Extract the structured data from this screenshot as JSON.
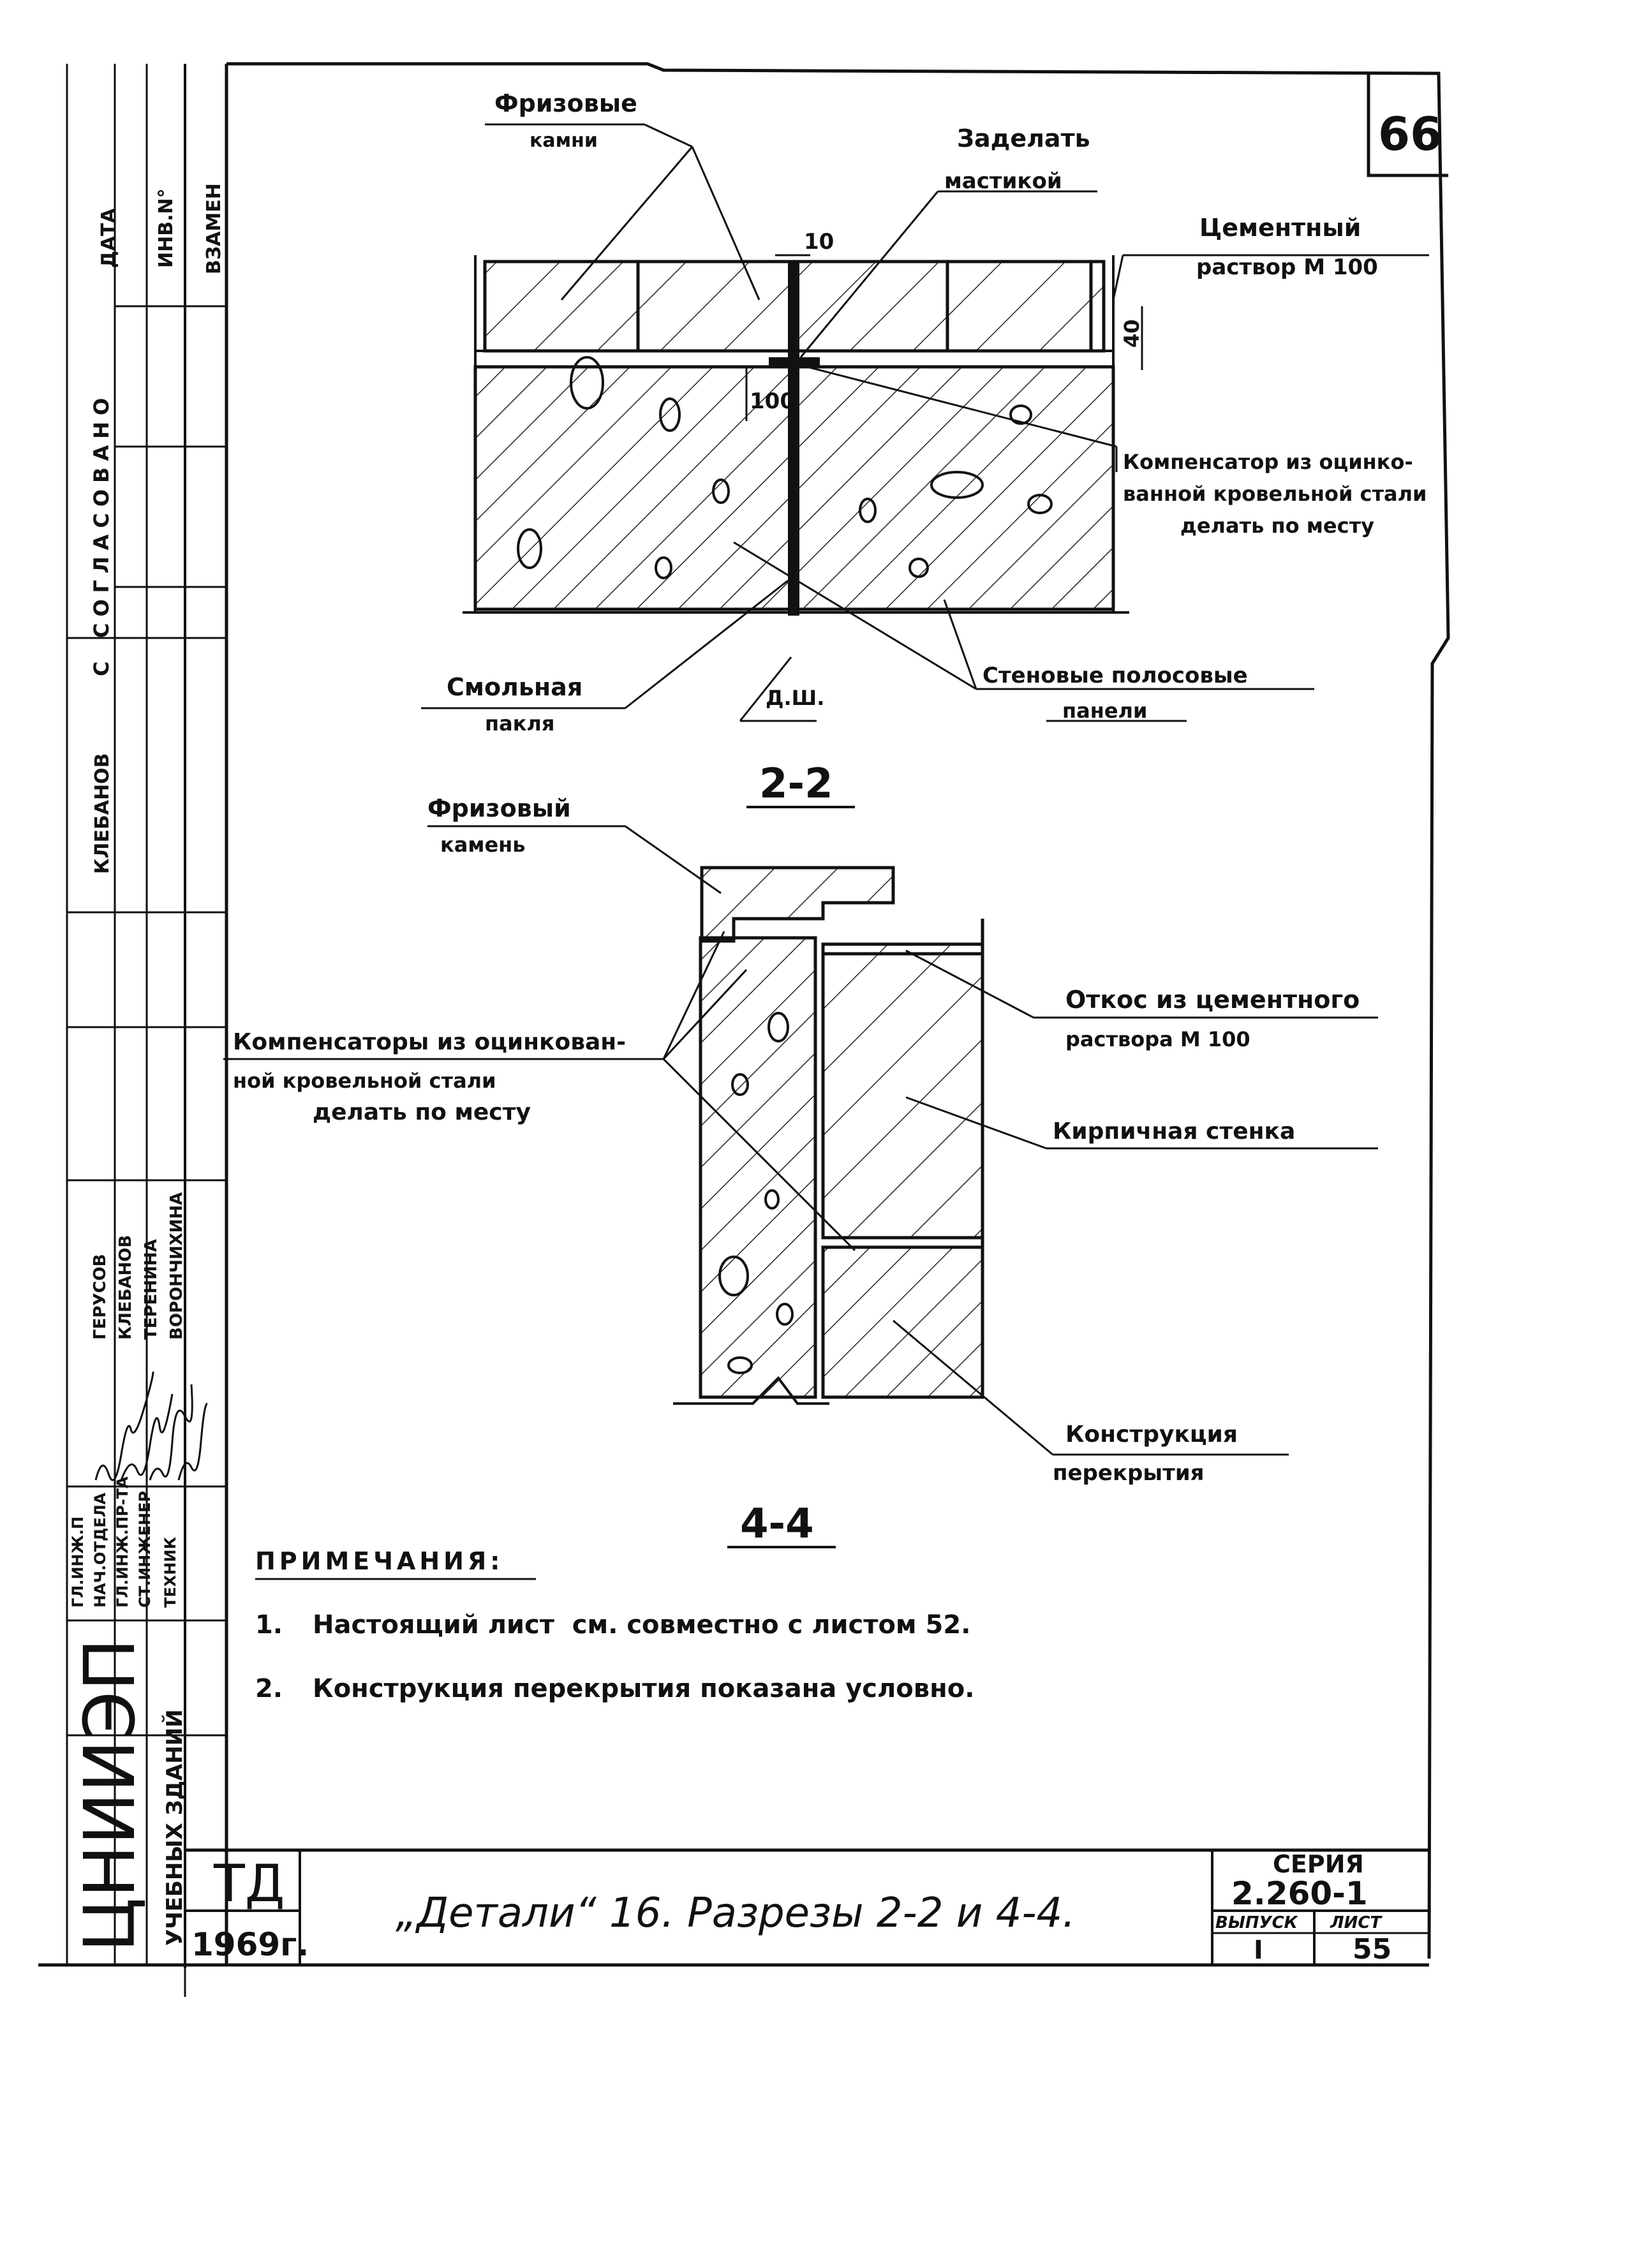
{
  "sheet_number_top": "66",
  "title_block": {
    "code": "ТД",
    "year": "1969г.",
    "title": "„Детали“ 16. Разрезы 2-2 и 4-4.",
    "series_label": "СЕРИЯ",
    "series_value": "2.260-1",
    "issue_label": "ВЫПУСК",
    "issue_value": "I",
    "sheet_label": "ЛИСТ",
    "sheet_value": "55",
    "org_name": "ЦНИИЭП",
    "org_subtitle": "УЧЕБНЫХ ЗДАНИЙ"
  },
  "side_stamp": {
    "col_date": "ДАТА",
    "col_inv": "ИНВ.N°",
    "col_replace": "ВЗАМЕН",
    "agreed": "СОГЛАСОВАНО",
    "agreed_with": "С",
    "agreed_name": "КЛЕБАНОВ",
    "roles": [
      "ГЛ.ИНЖ.П",
      "НАЧ.ОТДЕЛА",
      "ГЛ.ИНЖ.ПР-ТА",
      "СТ.ИНЖЕНЕР",
      "ТЕХНИК"
    ],
    "names": [
      "ГЕРУСОВ",
      "КЛЕБАНОВ",
      "ТЕРЕНИНА",
      "ВОРОНЧИХИНА"
    ]
  },
  "section_2_2": {
    "label": "2-2",
    "callouts": {
      "frieze_stones_1": "Фризовые",
      "frieze_stones_2": "камни",
      "seal_1": "Заделать",
      "seal_2": "мастикой",
      "mortar_1": "Цементный",
      "mortar_2": "раствор М 100",
      "compensator_1": "Компенсатор из оцинко-",
      "compensator_2": "ванной кровельной стали",
      "compensator_3": "делать по месту",
      "resin_1": "Смольная",
      "resin_2": "пакля",
      "marker": "Д.Ш.",
      "panels_1": "Стеновые полосовые",
      "panels_2": "панели"
    },
    "dimensions": {
      "gap": "10",
      "thickness": "40",
      "depth": "100"
    }
  },
  "section_4_4": {
    "label": "4-4",
    "callouts": {
      "frieze_stone_1": "Фризовый",
      "frieze_stone_2": "камень",
      "slope_1": "Откос из цементного",
      "slope_2": "раствора М 100",
      "compensators_1": "Компенсаторы из оцинкован-",
      "compensators_2": "ной кровельной стали",
      "compensators_3": "делать по месту",
      "brick_wall": "Кирпичная стенка",
      "floor_1": "Конструкция",
      "floor_2": "перекрытия"
    }
  },
  "notes": {
    "heading": "ПРИМЕЧАНИЯ:",
    "items": [
      {
        "num": "1.",
        "text": "Настоящий лист  см. совместно с листом 52."
      },
      {
        "num": "2.",
        "text": "Конструкция перекрытия показана условно."
      }
    ]
  }
}
